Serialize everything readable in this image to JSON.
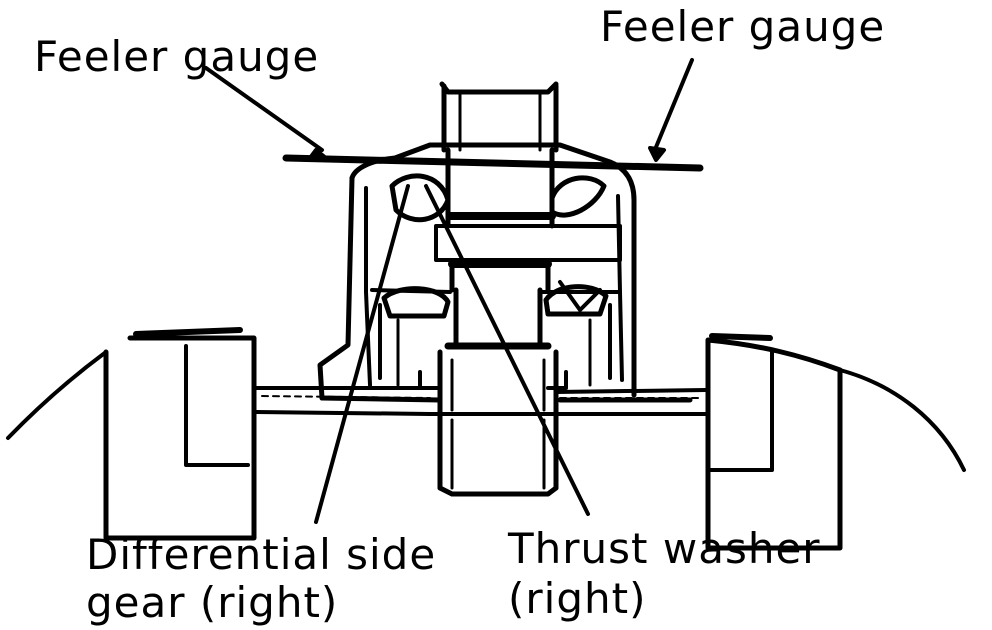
{
  "labels": {
    "feeler_gauge_left": "Feeler gauge",
    "feeler_gauge_right": "Feeler gauge",
    "side_gear_line1": "Differential side",
    "side_gear_line2": "gear (right)",
    "thrust_washer_line1": "Thrust washer",
    "thrust_washer_line2": "(right)"
  },
  "colors": {
    "ink": "#000000",
    "paper": "#ffffff"
  }
}
